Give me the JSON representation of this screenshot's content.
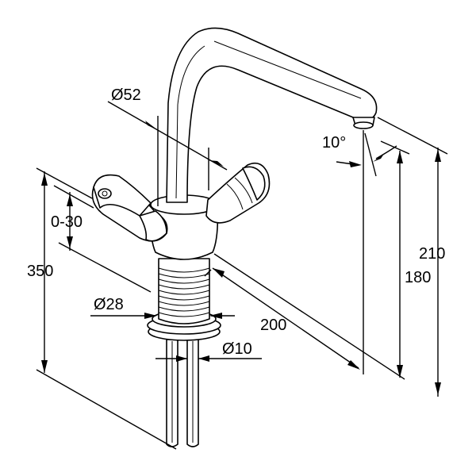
{
  "dimensions": {
    "diameter_top": "Ø52",
    "angle": "10°",
    "height_range": "0-30",
    "total_height": "350",
    "spout_height": "180",
    "top_height": "210",
    "reach": "200",
    "diameter_thread": "Ø28",
    "diameter_pipe": "Ø10"
  }
}
